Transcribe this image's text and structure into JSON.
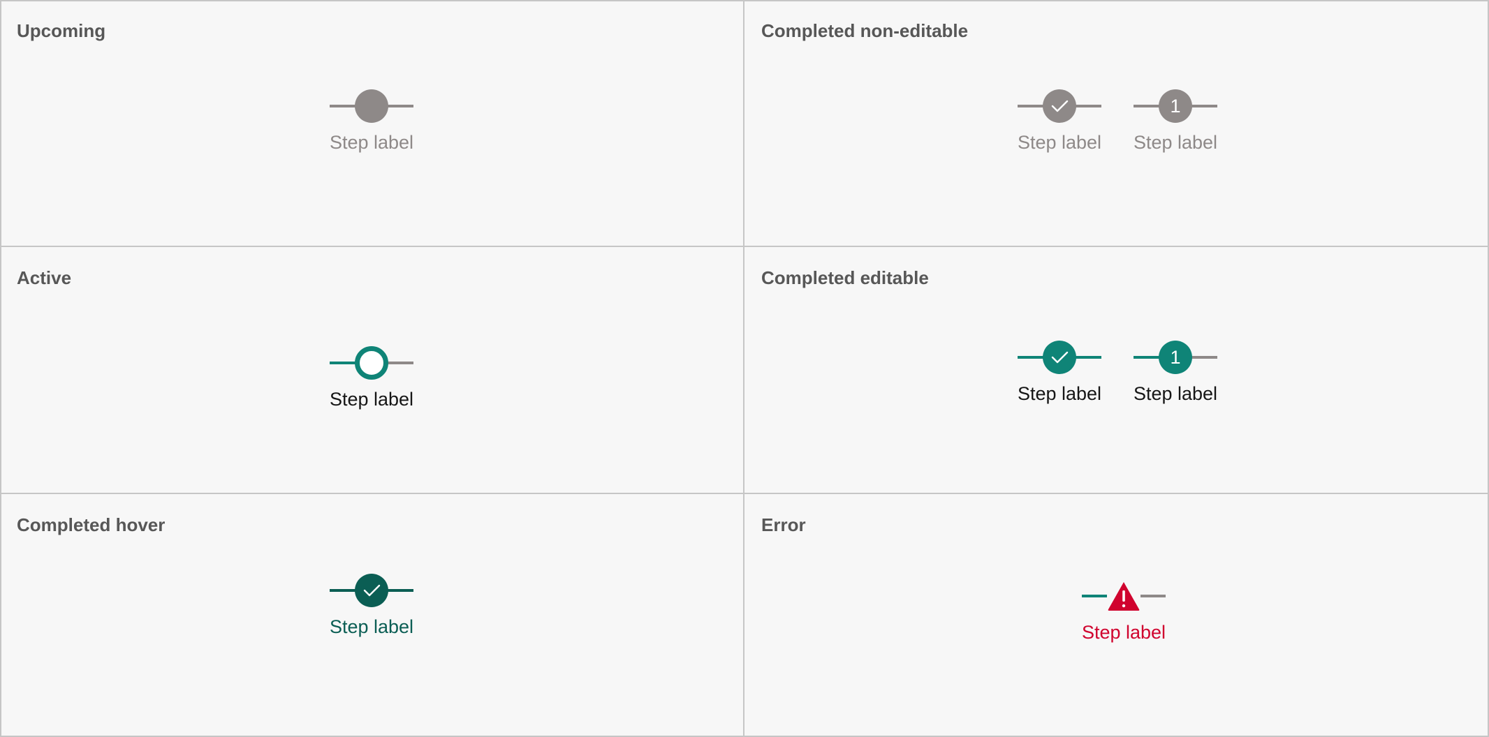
{
  "colors": {
    "grey": "#8e8988",
    "teal": "#0f8477",
    "dark_teal": "#0b5e54",
    "error_red": "#d0032e",
    "title_text": "#575757",
    "label_dark": "#161616",
    "label_muted": "#8e8988"
  },
  "sections": {
    "upcoming": {
      "title": "Upcoming",
      "steps": [
        {
          "state": "upcoming",
          "label": "Step label"
        }
      ]
    },
    "completed_non_editable": {
      "title": "Completed non-editable",
      "steps": [
        {
          "state": "completed-non-editable",
          "icon": "check-icon",
          "label": "Step label"
        },
        {
          "state": "completed-non-editable",
          "number": "1",
          "label": "Step label"
        }
      ]
    },
    "active": {
      "title": "Active",
      "steps": [
        {
          "state": "active",
          "label": "Step label"
        }
      ]
    },
    "completed_editable": {
      "title": "Completed editable",
      "steps": [
        {
          "state": "completed-editable",
          "icon": "check-icon",
          "label": "Step label"
        },
        {
          "state": "completed-editable",
          "number": "1",
          "label": "Step label"
        }
      ]
    },
    "completed_hover": {
      "title": "Completed hover",
      "steps": [
        {
          "state": "completed-hover",
          "icon": "check-icon",
          "label": "Step label"
        }
      ]
    },
    "error": {
      "title": "Error",
      "steps": [
        {
          "state": "error",
          "icon": "warning-triangle-icon",
          "label": "Step label"
        }
      ]
    }
  }
}
